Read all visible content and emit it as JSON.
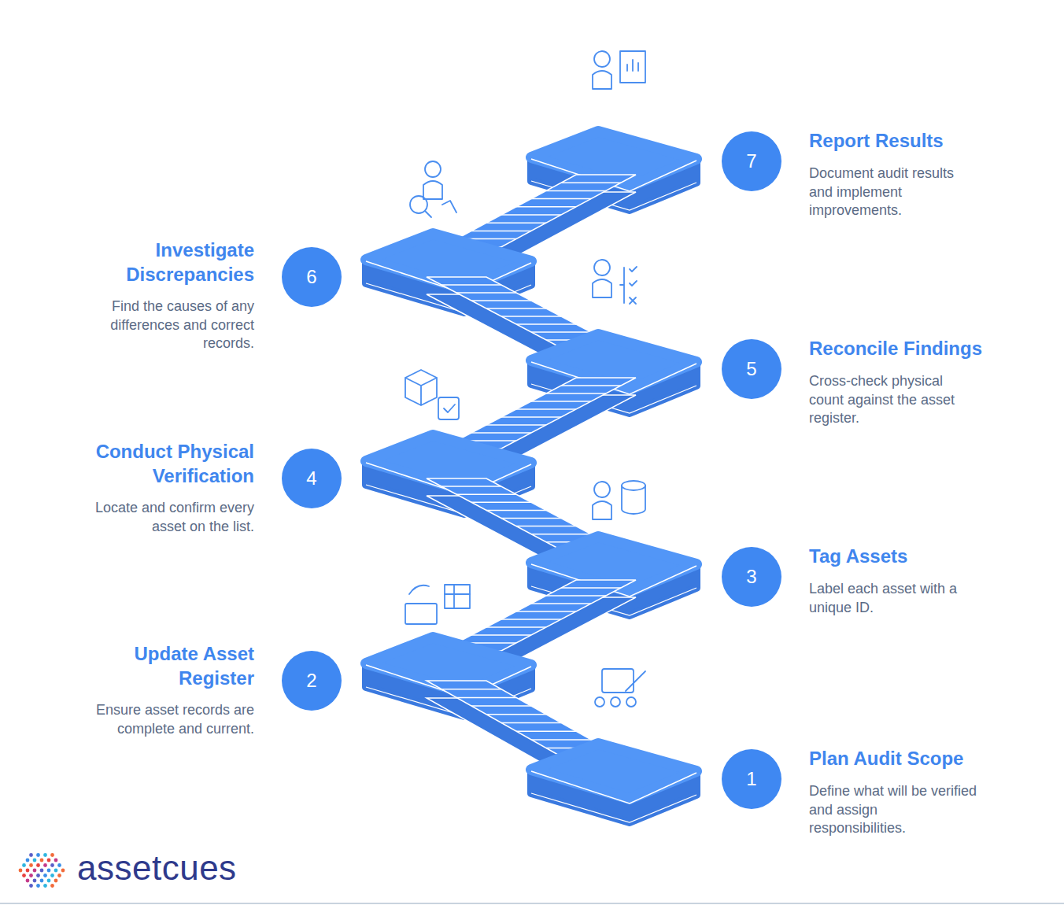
{
  "diagram": {
    "nodes": [
      {
        "text": [
          "1",
          "Plan Audit Scope",
          "Define what will be verified and assign responsibilities."
        ]
      },
      {
        "text": [
          "2",
          "Update Asset Register",
          "Ensure asset records are complete and current."
        ]
      },
      {
        "text": [
          "3",
          "Tag Assets",
          "Label each asset with a unique ID."
        ]
      },
      {
        "text": [
          "4",
          "Conduct Physical Verification",
          "Locate and confirm every asset on the list."
        ]
      },
      {
        "text": [
          "5",
          "Reconcile Findings",
          "Cross-check physical count against the asset register."
        ]
      },
      {
        "text": [
          "6",
          "Investigate Discrepancies",
          "Find the causes of any differences and correct records."
        ]
      },
      {
        "text": [
          "7",
          "Report Results",
          "Document audit results and implement improvements."
        ]
      }
    ],
    "labels": [
      "assetcues"
    ]
  }
}
